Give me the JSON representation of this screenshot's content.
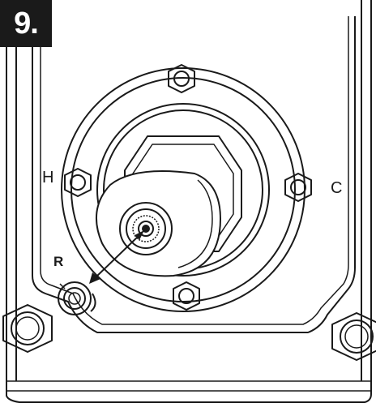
{
  "step": {
    "number": "9."
  },
  "labels": {
    "hot": "H",
    "cold": "C",
    "ring": "R"
  },
  "colors": {
    "line": "#1a1a1a",
    "badge": "#1a1a1a",
    "background": "#ffffff"
  }
}
